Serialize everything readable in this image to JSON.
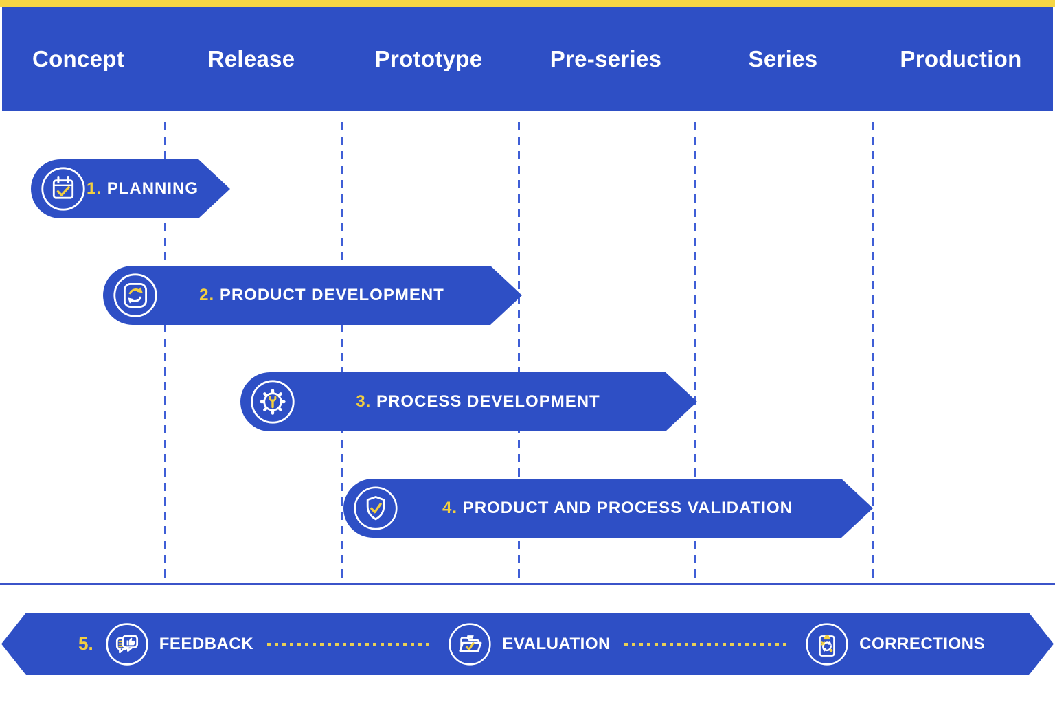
{
  "palette": {
    "blue": "#2e4fc5",
    "yellow_accent": "#f3cf3f",
    "top_strip_yellow": "#f6d644",
    "divider_blue": "#3f5ed6",
    "dash_yellow": "#e8cf55"
  },
  "header": {
    "phases": [
      "Concept",
      "Release",
      "Prototype",
      "Pre-series",
      "Series",
      "Production"
    ]
  },
  "stages": [
    {
      "number": "1.",
      "label": "PLANNING",
      "icon": "calendar-check-icon"
    },
    {
      "number": "2.",
      "label": "PRODUCT DEVELOPMENT",
      "icon": "sync-arrows-icon"
    },
    {
      "number": "3.",
      "label": "PROCESS DEVELOPMENT",
      "icon": "gear-wrench-icon"
    },
    {
      "number": "4.",
      "label": "PRODUCT AND PROCESS VALIDATION",
      "icon": "shield-check-icon"
    }
  ],
  "feedback_loop": {
    "number": "5.",
    "items": [
      {
        "label": "FEEDBACK",
        "icon": "chat-thumbs-up-icon"
      },
      {
        "label": "EVALUATION",
        "icon": "folder-check-icon"
      },
      {
        "label": "CORRECTIONS",
        "icon": "clipboard-refresh-icon"
      }
    ]
  }
}
